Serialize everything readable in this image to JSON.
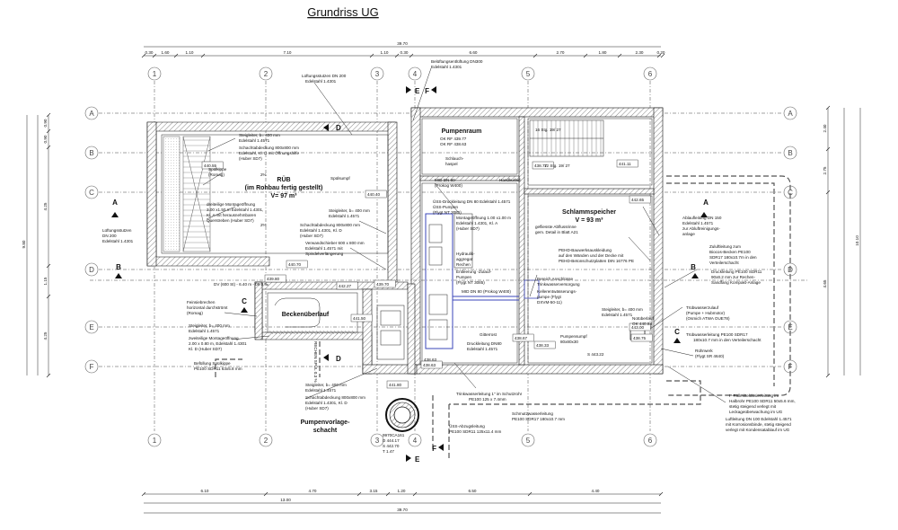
{
  "title": "Grundriss UG",
  "grid_axes": {
    "columns": [
      "1",
      "2",
      "3",
      "4",
      "5",
      "6"
    ],
    "rows": [
      "A",
      "B",
      "C",
      "D",
      "E",
      "F"
    ]
  },
  "top_dims": {
    "overall": "39.70",
    "segments": [
      "0.30",
      "1.60",
      "1.10",
      "7.10",
      "1.10",
      "0.30",
      "6.60",
      "2.70",
      "1.80",
      "2.30",
      "0.20"
    ]
  },
  "bottom_dims": {
    "overall": "39.70",
    "segments": [
      "6.10",
      "4.70",
      "3.15",
      "1.20",
      "6.50",
      "4.40"
    ],
    "sub": "13.00"
  },
  "left_dims": {
    "overall": "9.80",
    "segments": [
      "0.90",
      "0.90",
      "4.25",
      "1.15",
      "4.25"
    ]
  },
  "right_dims": {
    "overall": "10.10",
    "segments": [
      "2.40",
      "2.75",
      "4.65"
    ]
  },
  "sections": {
    "aa": "A",
    "bb": "B",
    "cc": "C",
    "dd": "D",
    "ee": "E",
    "ff": "F"
  },
  "rooms": {
    "rueb_name": "RÜB",
    "rueb_sub": "(im Rohbau fertig gestellt)",
    "rueb_volume": "V= 97 m³",
    "pumpenraum": "Pumpenraum",
    "schlammspeicher": "Schlammspeicher",
    "schlamm_volume": "V = 93 m³",
    "beckenueberlauf": "Beckenüberlauf",
    "pumpenvorlage_1": "Pumpenvorlage-",
    "pumpenvorlage_2": "schacht"
  },
  "levels": {
    "l1": "440.55",
    "l2": "440.40",
    "l3": "440.70",
    "l4": "439.80",
    "l5": "442.27",
    "l6": "439.70",
    "l7": "441.50",
    "l8": "438.77",
    "l9": "441.11",
    "l10": "442.65",
    "l11": "438.63",
    "l12": "438.33",
    "l13": "438.75",
    "l14": "438.67",
    "l15": "443.00",
    "l16": "441.80"
  },
  "notes": {
    "lueftungsstutzen_top_1": "Lüftungsstutzen DN 200",
    "lueftungsstutzen_top_2": "Edelstahl 1.4301",
    "belueftung_1": "Belüftungsentlüftung DN300",
    "belueftung_2": "Edelstahl 1.4301",
    "steigleiter_1a": "Steigleiter, b= 400 mm",
    "steigleiter_1b": "Edelstahl 1.4571",
    "schachtabdeckung_1a": "Schachtabdeckung 800x800 mm",
    "schachtabdeckung_1b": "Edelstahl, Kl. D mit Öffnungshilfe",
    "schachtabdeckung_1c": "(Huber SD7)",
    "spuelkippe_1": "Spülkippe",
    "spuelkippe_2": "(Romag)",
    "montage_1": "dreiteilige Montageöffnung",
    "montage_2": "3.00 x1.50 m Edelstahl 1.4301,",
    "montage_3": "Kl. A mit herausnehmbaren",
    "montage_4": "Querstreben (Huber SD7)",
    "spuelsumpf": "Spülsumpf",
    "steigleiter_2a": "Steigleiter, b= 400 mm",
    "steigleiter_2b": "Edelstahl 1.4571",
    "schachtabdeckung_2a": "Schachtabdeckung 800x800 mm",
    "schachtabdeckung_2b": "Edelstahl 1.4301, Kl. D",
    "schachtabdeckung_2c": "(Huber SD7)",
    "verwandschieber_1": "Verwandschieber 600 x 800 mm",
    "verwandschieber_2": "Edelstahl 1.4571 mit",
    "verwandschieber_3": "Spindelverlängerung",
    "lueftung_left_1": "Lüftungsstutzen",
    "lueftung_left_2": "DN 200",
    "lueftung_left_3": "Edelstahl 1.4301",
    "dv600": "DV (600 St) - 6.40 m - 09.0 ‰",
    "feinsieb_1": "Feinsiebrechen",
    "feinsieb_2": "horizontal durchströmt",
    "feinsieb_3": "(Romag)",
    "steigleiter_3a": "Steigleiter, b= 400 mm",
    "steigleiter_3b": "Edelstahl 1.4571",
    "zweiteilig_1": "zweiteilige Montageöffnung",
    "zweiteilig_2": "2.00 x 0.80 m, Edelstahl 1.4301",
    "zweiteilig_3": "Kl. D (Huber SD7)",
    "befuellung_1": "Befüllung Spülkippe",
    "befuellung_2": "PE100 SDR11 63x5.8 mm",
    "steigleiter_4a": "Steigleiter, b= 400 mm",
    "steigleiter_4b": "Edelstahl 1.4571",
    "schacht4_1": "Schachtabdeckung 800x800 mm",
    "schacht4_2": "Edelstahl 1.4301, Kl. D",
    "schacht4_3": "(Huber SD7)",
    "ok_rf_1": "OK RF 439.77",
    "ok_rf_2": "OK RF 438.63",
    "fliesen_r12": "R12 - Fliesen",
    "schlauch_1": "Schlauch-",
    "schlauch_2": "haspel",
    "mid_1": "MID DN 80",
    "mid_2": "(Prokog W400)",
    "uess_druck": "ÜSS-Druckleitung DN 80 Edelstahl 1.4571",
    "uess_pumpen_1": "ÜSS-Pumpen",
    "uess_pumpen_2": "(Flygt NT 3085)",
    "montage_pr_1": "Montageöffnung 1.00 x1.00 m",
    "montage_pr_2": "Edelstahl 1.4301, Kl. A",
    "montage_pr_3": "(Huber SD7)",
    "hydraulik_1": "Hydraulik-",
    "hydraulik_2": "aggregat",
    "hydraulik_3": "Rechen",
    "entleerung_1": "Entleerung -Zulauf-",
    "entleerung_2": "Pumpen",
    "entleerung_3": "(Flygt NT 3085)",
    "mid_w400": "MID DN 80 (Prokog W400)",
    "gitterrost": "Gitterrost",
    "druckleitung_1": "Druckleitung DN80",
    "druckleitung_2": "Edelstahl 1.4571",
    "handkurbel": "Handkurbel",
    "stiege_1": "16 Stg. 19/ 27",
    "stiege_2": "12 Stg. 19/ 27",
    "fliesen_r11": "R11 - Fliesen",
    "abwassr_1": "gefliesste Abflussrinne",
    "abwassr_2": "gem. Detail in Blatt A21",
    "pehd_1": "PEHD-Bauwerksauskleidung",
    "pehd_2": "auf den Wänden und der Decke mit",
    "pehd_3": "PEHD-Betonschutzplatten DIN 16776 PE",
    "bereich_1": "Bereich Anschlüsse",
    "bereich_2": "Trinkwasserversorgung",
    "keller_1": "Kellerentwässerungs-",
    "keller_2": "pumpe (Flygt",
    "keller_3": "DXVM-50-11)",
    "pumpensumpf_1": "Pumpensumpf",
    "pumpensumpf_2": "80x80x30",
    "steigleiter_5a": "Steigleiter, b= 400 mm",
    "steigleiter_5b": "Edelstahl 1.4571",
    "notueberlauf_1": "Notüberlauf",
    "notueberlauf_2": "OK 440.83",
    "trinkwasser_hs": "Trinkwasserleitung 1\" im Schutzrohr",
    "trinkwasser_pe": "PE100 125 x 7.4mm",
    "schmutz_1": "Schmutzwasserleitung",
    "schmutz_2": "PE100 SDR17 180x10.7 mm",
    "uess_abs_1": "ÜSS-Abzugsleitung",
    "uess_abs_2": "PE100 SDR11 125x11.4 mm",
    "abl_1": "Ablaufleitung DN 150",
    "abl_2": "Edelstahl 1.4571",
    "abl_3": "zur Abluftreinigungs-",
    "abl_4": "anlage",
    "zuf_1": "Zuluftleitung zum",
    "zuf_2": "Biocos-Becken PE100",
    "zuf_3": "SDR17 180x10.7m in den",
    "zuf_4": "Verteilerschacht",
    "druckl_1": "Druckleitung PE100 SDR11",
    "druckl_2": "90x8.2 mm zur Rechen-",
    "druckl_3": "Sandfang Kompakt-Anlage",
    "trub_1": "Trübwasserzulauf",
    "trub_2": "(Pumpe + Hubmotor)",
    "trub_3": "(Osmich ATWA OUE78)",
    "trub_4": "Trübwasserleitung PE100 SDR17",
    "trub_5": "180x10.7 mm in den Verteilerschacht",
    "ruehr_1": "Rührwerk",
    "ruehr_2": "(Flygt SR 4640)",
    "pf_1": "P-Fällmitteldosierleitung im",
    "pf_2": "Halbrohr PE100 SDR11 50x5.6 mm,",
    "pf_3": "stetig steigend verlegt mit",
    "pf_4": "Leckageüberwachung im UG",
    "lufl_1": "Luftleitung DN 100 Edelstahl 1.4571",
    "lufl_2": "mit Korrosionsbinde, stetig steigend",
    "lufl_3": "verlegt mit Kondensatablauf im UG",
    "schacht_1": "9970CA161",
    "schacht_2": "D 444.17",
    "schacht_3": "S 442.70",
    "schacht_4": "T 1.47",
    "rechen_rot": "RECHEN SPÜL 0.3 %",
    "neig": "2%",
    "pfeil": "2%",
    "s44322": "S 443.22",
    "s43863": "438.63"
  }
}
